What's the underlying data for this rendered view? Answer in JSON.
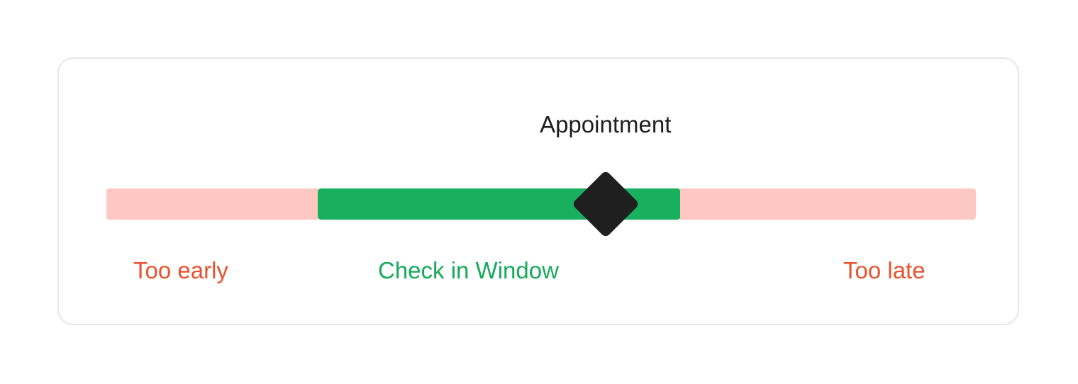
{
  "marker": {
    "label": "Appointment",
    "position": 0.574,
    "color": "#1f1f1f"
  },
  "zones": [
    {
      "key": "early",
      "label": "Too early",
      "label_color": "#e8522f",
      "fill_color": "#fec8c2"
    },
    {
      "key": "window",
      "label": "Check in Window",
      "label_color": "#18a95b",
      "fill_color": "#18b05e"
    },
    {
      "key": "late",
      "label": "Too late",
      "label_color": "#e8522f",
      "fill_color": "#fec8c2"
    }
  ],
  "text_color": "#1f1f1f"
}
